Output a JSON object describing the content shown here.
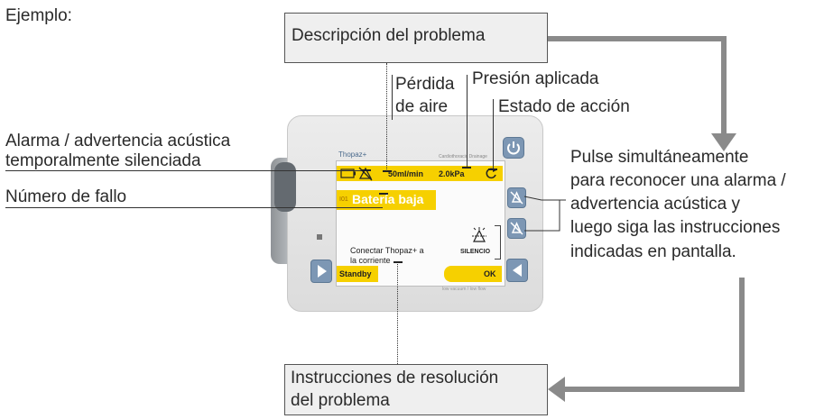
{
  "example_label": "Ejemplo:",
  "callouts": {
    "problem_description": "Descripción del problema",
    "resolution_instructions_line1": "Instrucciones de resolución",
    "resolution_instructions_line2": "del problema"
  },
  "labels": {
    "air_loss_line1": "Pérdida",
    "air_loss_line2": "de aire",
    "applied_pressure": "Presión aplicada",
    "action_status": "Estado de acción",
    "alarm_silenced_line1": "Alarma / advertencia acústica",
    "alarm_silenced_line2": "temporalmente silenciada",
    "fault_number": "Número de fallo",
    "press_line1": "Pulse simultáneamente",
    "press_line2": "para reconocer una alarma /",
    "press_line3": "advertencia acústica y",
    "press_line4": "luego siga las instrucciones",
    "press_line5": "indicadas en pantalla."
  },
  "screen": {
    "brand": "Thopaz+",
    "mode_text": "Cardiothoracic Drainage",
    "flow": "50ml/min",
    "pressure": "2.0kPa",
    "fault_code": "I01",
    "title": "Batería baja",
    "instruction_line1": "Conectar Thopaz+ a",
    "instruction_line2": "la corriente",
    "silence_label": "SILENCIO",
    "standby": "Standby",
    "ok": "OK",
    "footer": "low vacuum / low flow"
  },
  "colors": {
    "accent_yellow": "#f6d000",
    "arrow_gray": "#8a8a8a",
    "button_blue": "#7d97b4"
  }
}
